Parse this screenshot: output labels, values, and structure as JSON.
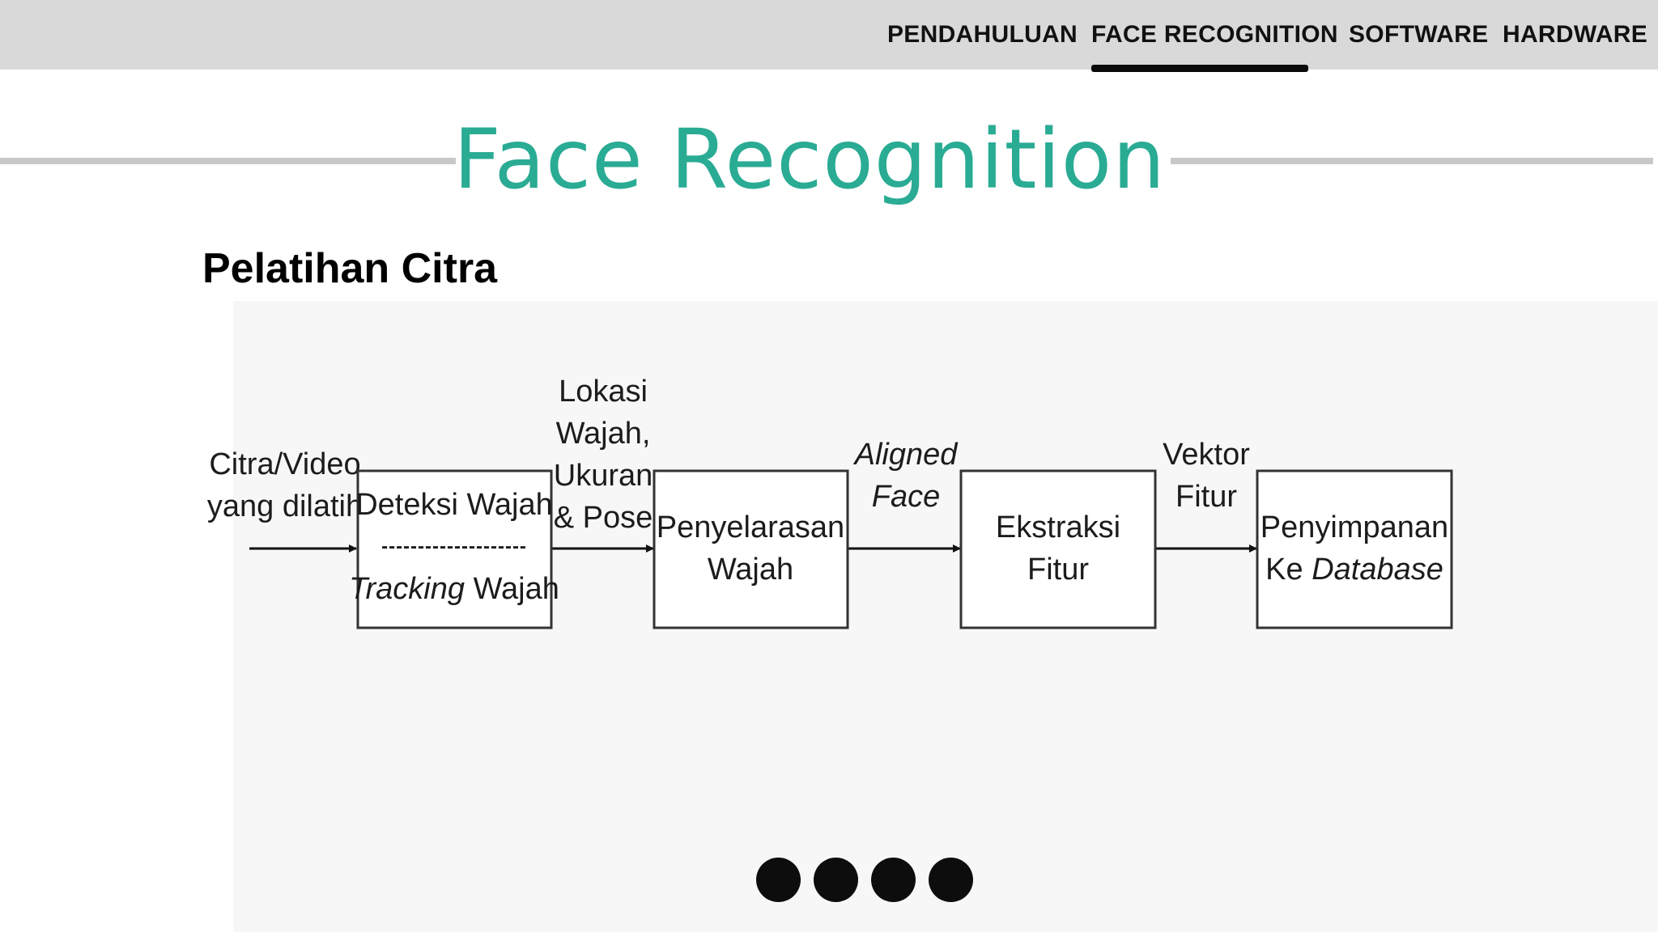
{
  "nav": {
    "items": [
      {
        "label": "PENDAHULUAN",
        "active": false
      },
      {
        "label": "FACE RECOGNITION",
        "active": true
      },
      {
        "label": "SOFTWARE",
        "active": false
      },
      {
        "label": "HARDWARE",
        "active": false
      }
    ]
  },
  "slide": {
    "title": "Face Recognition",
    "subtitle": "Pelatihan Citra"
  },
  "diagram": {
    "input": {
      "line1": "Citra/Video",
      "line2": "yang dilatih"
    },
    "blocks": [
      {
        "top": "Deteksi Wajah",
        "separator": "--------------------",
        "bottom_italic": "Tracking",
        "bottom_rest": " Wajah"
      },
      {
        "line1": "Penyelarasan",
        "line2": "Wajah"
      },
      {
        "line1": "Ekstraksi",
        "line2": "Fitur"
      },
      {
        "line1": "Penyimpanan",
        "line2_plain": "Ke ",
        "line2_italic": "Database"
      }
    ],
    "edges": [
      {
        "lines": [
          "Lokasi",
          "Wajah,",
          "Ukuran",
          "& Pose"
        ],
        "italic": false
      },
      {
        "lines": [
          "Aligned",
          "Face"
        ],
        "italic": true
      },
      {
        "lines": [
          "Vektor",
          "Fitur"
        ],
        "italic": false
      }
    ]
  },
  "pagination": {
    "dots": 4
  },
  "colors": {
    "title": "#2aab94",
    "topbar": "#d9d9d9",
    "rule": "#c8c8c8"
  }
}
